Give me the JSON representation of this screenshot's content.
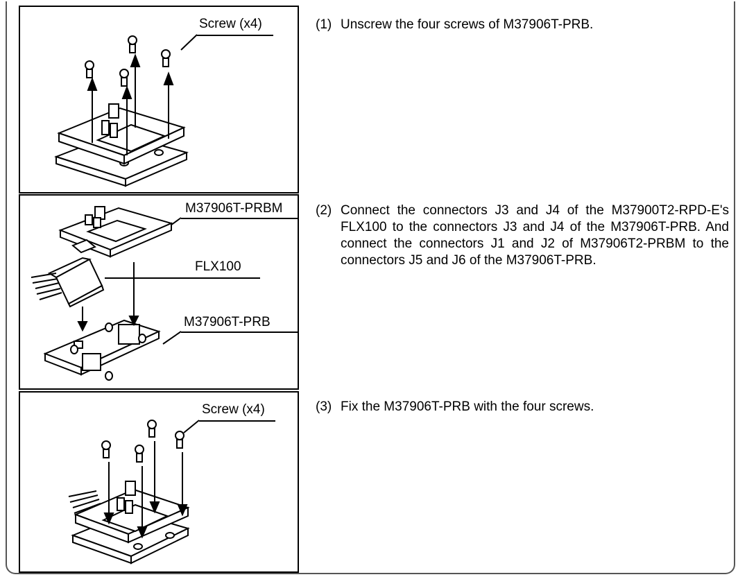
{
  "steps": [
    {
      "number": "(1)",
      "text": "Unscrew the four screws of M37906T-PRB."
    },
    {
      "number": "(2)",
      "text": "Connect the connectors J3 and J4 of the M37900T2-RPD-E's FLX100 to the connectors J3 and J4 of the M37906T-PRB. And connect the connectors J1 and J2 of M37906T2-PRBM to the connectors J5 and J6 of the M37906T-PRB."
    },
    {
      "number": "(3)",
      "text": "Fix the M37906T-PRB with the four screws."
    }
  ],
  "panels": {
    "panel1": {
      "label": "Screw (x4)"
    },
    "panel2": {
      "label_top": "M37906T-PRBM",
      "label_mid": "FLX100",
      "label_bottom": "M37906T-PRB"
    },
    "panel3": {
      "label": "Screw (x4)"
    }
  }
}
